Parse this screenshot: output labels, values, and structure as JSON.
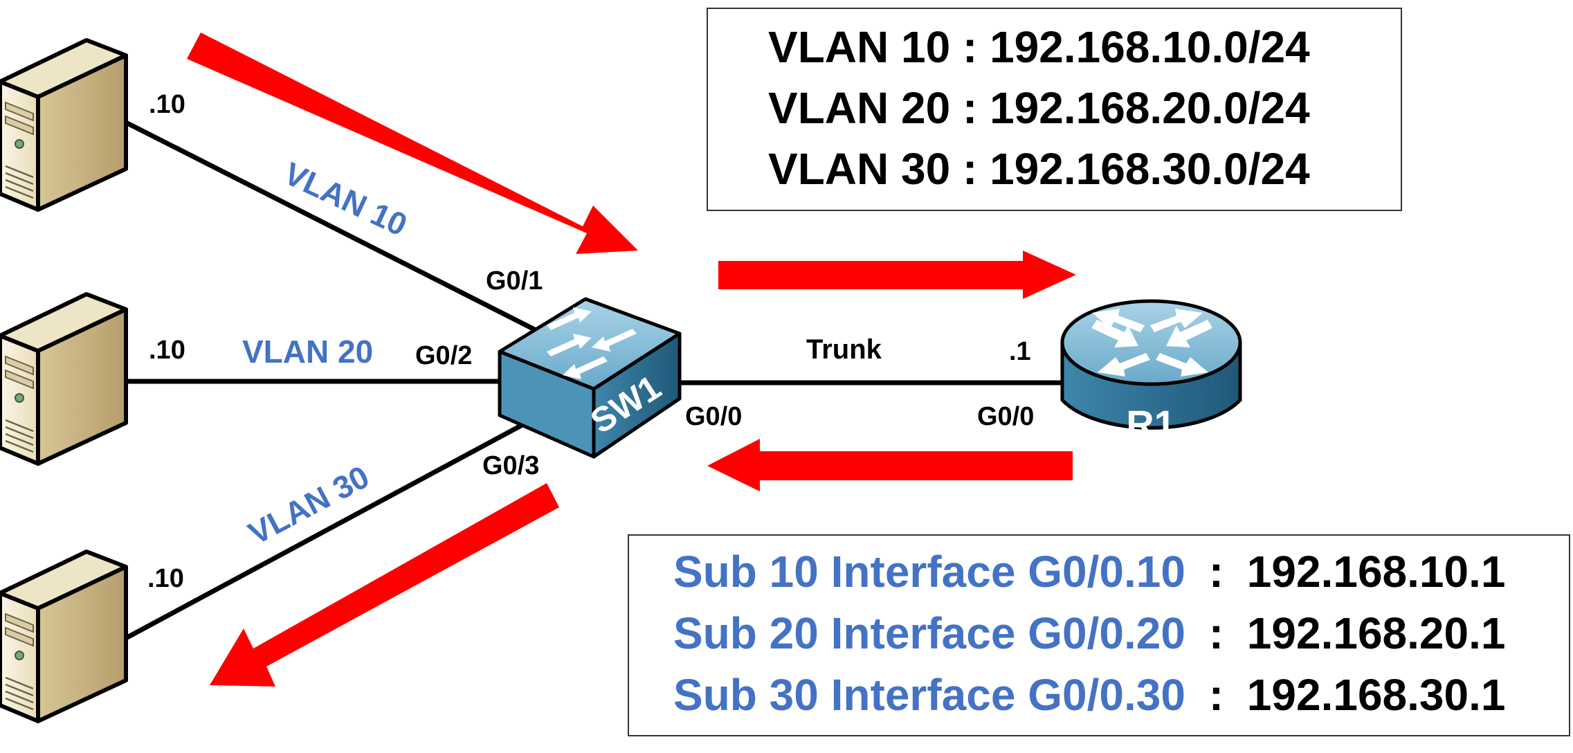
{
  "colors": {
    "arrow": "#ff0000",
    "vlan_label": "#4472c4",
    "link": "#000000",
    "switch_top": "#8ec3dc",
    "switch_side": "#2f7196",
    "router_top": "#8ec3dc",
    "router_side": "#2f7196",
    "server_front": "#f5edd6",
    "server_side": "#d2bf92"
  },
  "icons": {
    "server": "server-icon",
    "switch": "switch-icon",
    "router": "router-icon"
  },
  "hosts": [
    {
      "ip": ".10",
      "vlan": "VLAN 10",
      "switch_port": "G0/1"
    },
    {
      "ip": ".10",
      "vlan": "VLAN 20",
      "switch_port": "G0/2"
    },
    {
      "ip": ".10",
      "vlan": "VLAN 30",
      "switch_port": "G0/3"
    }
  ],
  "switch": {
    "name": "SW1",
    "uplink_port": "G0/0"
  },
  "router": {
    "name": "R1",
    "ip": ".1",
    "port": "G0/0"
  },
  "trunk_label": "Trunk",
  "subnets_box": {
    "lines": [
      "VLAN 10 : 192.168.10.0/24",
      "VLAN 20 : 192.168.20.0/24",
      "VLAN 30 : 192.168.30.0/24"
    ]
  },
  "subinterfaces_box": {
    "separator": ":",
    "lines": [
      {
        "name": "Sub 10 Interface G0/0.10",
        "ip": "192.168.10.1"
      },
      {
        "name": "Sub 20 Interface G0/0.20",
        "ip": "192.168.20.1"
      },
      {
        "name": "Sub 30 Interface G0/0.30",
        "ip": "192.168.30.1"
      }
    ]
  }
}
